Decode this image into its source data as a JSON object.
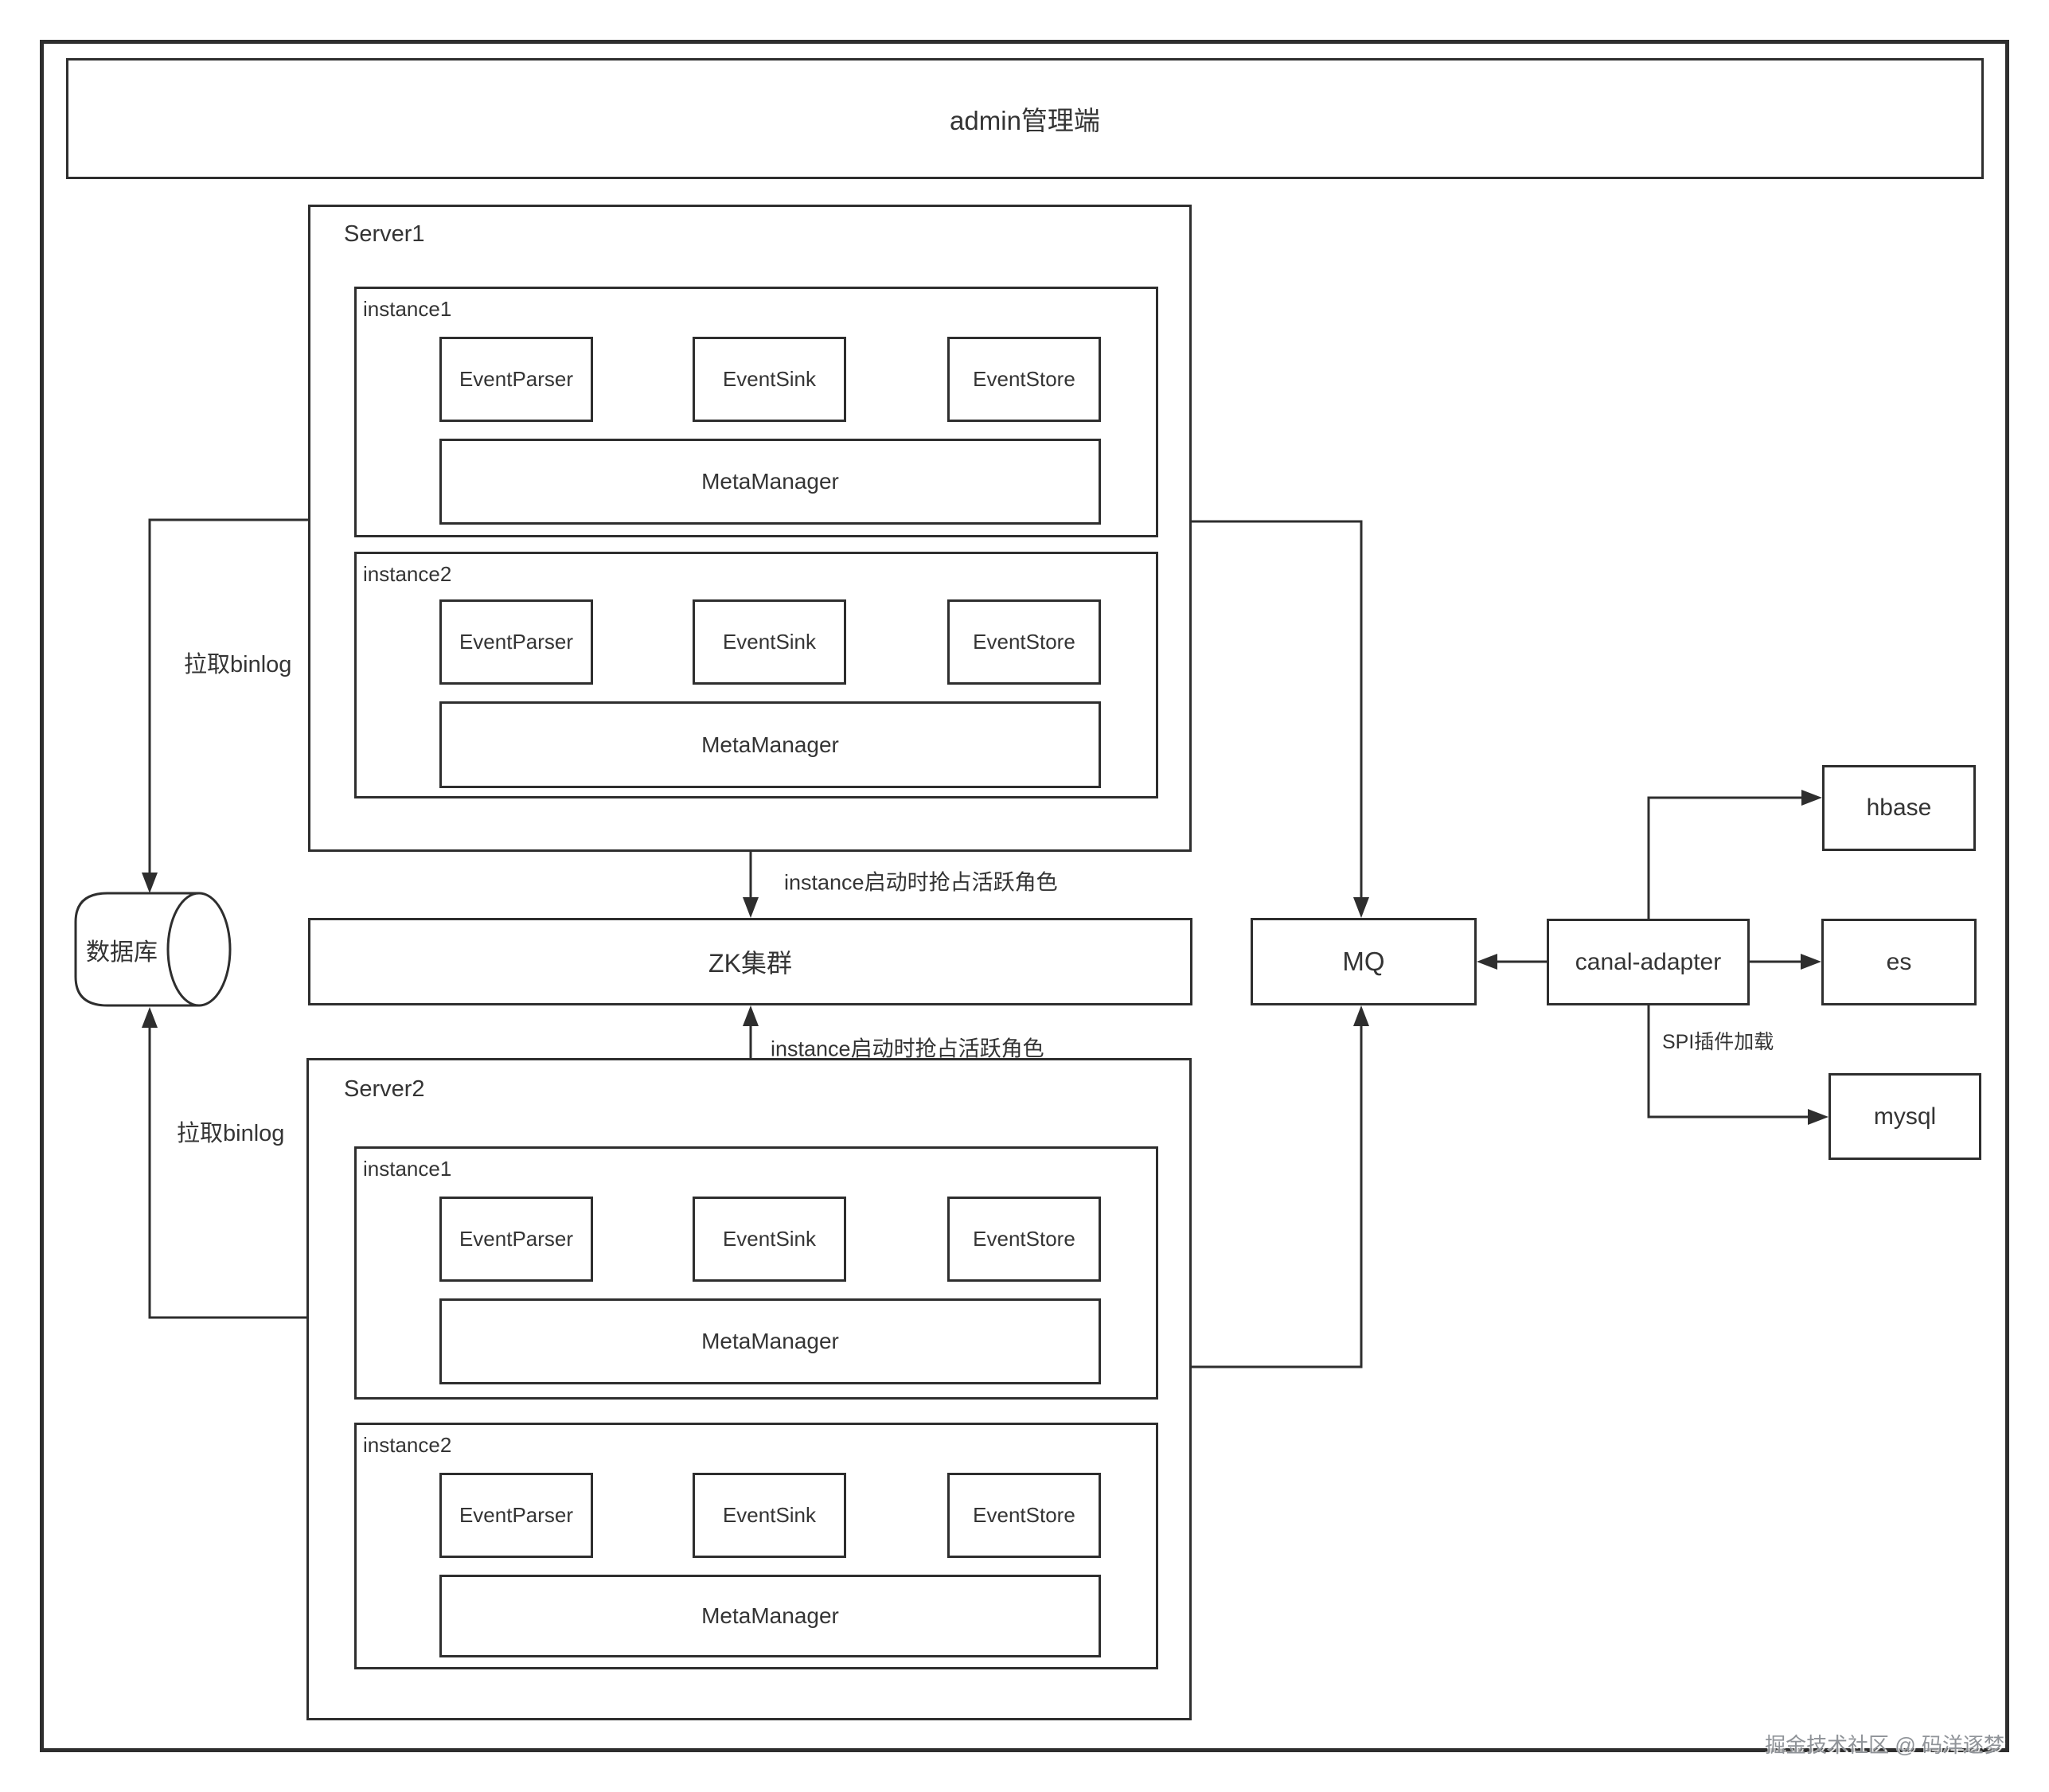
{
  "admin": {
    "label": "admin管理端"
  },
  "database": {
    "label": "数据库"
  },
  "zk": {
    "label": "ZK集群"
  },
  "mq": {
    "label": "MQ"
  },
  "adapter": {
    "label": "canal-adapter"
  },
  "targets": {
    "hbase": "hbase",
    "es": "es",
    "mysql": "mysql"
  },
  "edges": {
    "pull_binlog_top": "拉取binlog",
    "pull_binlog_bottom": "拉取binlog",
    "zk_claim_top": "instance启动时抢占活跃角色",
    "zk_claim_bottom": "instance启动时抢占活跃角色",
    "spi_load": "SPI插件加载"
  },
  "servers": [
    {
      "label": "Server1",
      "instances": [
        {
          "label": "instance1",
          "parser": "EventParser",
          "sink": "EventSink",
          "store": "EventStore",
          "meta": "MetaManager"
        },
        {
          "label": "instance2",
          "parser": "EventParser",
          "sink": "EventSink",
          "store": "EventStore",
          "meta": "MetaManager"
        }
      ]
    },
    {
      "label": "Server2",
      "instances": [
        {
          "label": "instance1",
          "parser": "EventParser",
          "sink": "EventSink",
          "store": "EventStore",
          "meta": "MetaManager"
        },
        {
          "label": "instance2",
          "parser": "EventParser",
          "sink": "EventSink",
          "store": "EventStore",
          "meta": "MetaManager"
        }
      ]
    }
  ],
  "watermark": "掘金技术社区 @ 码洋逐梦"
}
